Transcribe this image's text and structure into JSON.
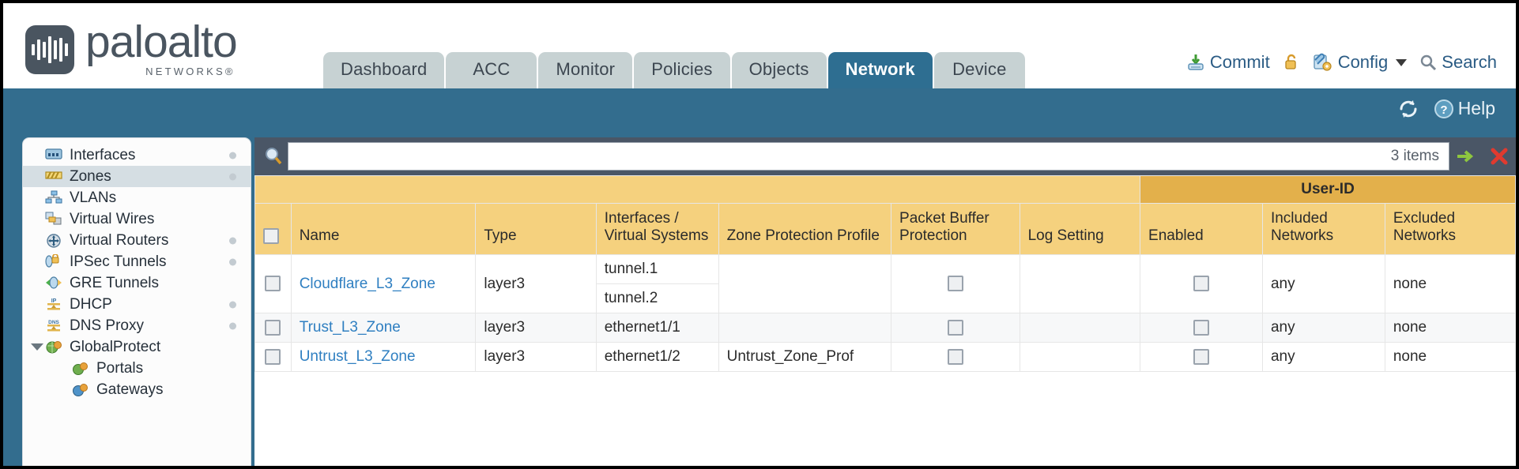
{
  "brand": {
    "name": "paloalto",
    "sub": "NETWORKS®",
    "logo_icon": "paloalto-logo-icon"
  },
  "tabs": [
    {
      "label": "Dashboard",
      "active": false
    },
    {
      "label": "ACC",
      "active": false
    },
    {
      "label": "Monitor",
      "active": false
    },
    {
      "label": "Policies",
      "active": false
    },
    {
      "label": "Objects",
      "active": false
    },
    {
      "label": "Network",
      "active": true
    },
    {
      "label": "Device",
      "active": false
    }
  ],
  "topactions": {
    "commit": "Commit",
    "commit_icon": "commit-save-icon",
    "lock_icon": "unlocked-padlock-icon",
    "config": "Config",
    "config_icon": "config-wrench-icon",
    "search": "Search",
    "search_icon": "search-magnifier-icon"
  },
  "blueband": {
    "refresh_icon": "refresh-icon",
    "help_icon": "help-question-icon",
    "help": "Help"
  },
  "sidebar": {
    "items": [
      {
        "label": "Interfaces",
        "icon": "interfaces-icon",
        "selected": false,
        "dot": true,
        "child": false,
        "expand": false
      },
      {
        "label": "Zones",
        "icon": "zones-icon",
        "selected": true,
        "dot": true,
        "child": false,
        "expand": false
      },
      {
        "label": "VLANs",
        "icon": "vlans-icon",
        "selected": false,
        "dot": false,
        "child": false,
        "expand": false
      },
      {
        "label": "Virtual Wires",
        "icon": "virtual-wires-icon",
        "selected": false,
        "dot": false,
        "child": false,
        "expand": false
      },
      {
        "label": "Virtual Routers",
        "icon": "virtual-routers-icon",
        "selected": false,
        "dot": true,
        "child": false,
        "expand": false
      },
      {
        "label": "IPSec Tunnels",
        "icon": "ipsec-tunnels-icon",
        "selected": false,
        "dot": true,
        "child": false,
        "expand": false
      },
      {
        "label": "GRE Tunnels",
        "icon": "gre-tunnels-icon",
        "selected": false,
        "dot": false,
        "child": false,
        "expand": false
      },
      {
        "label": "DHCP",
        "icon": "dhcp-icon",
        "selected": false,
        "dot": true,
        "child": false,
        "expand": false
      },
      {
        "label": "DNS Proxy",
        "icon": "dns-proxy-icon",
        "selected": false,
        "dot": true,
        "child": false,
        "expand": false
      },
      {
        "label": "GlobalProtect",
        "icon": "globalprotect-icon",
        "selected": false,
        "dot": false,
        "child": false,
        "expand": true
      },
      {
        "label": "Portals",
        "icon": "portals-icon",
        "selected": false,
        "dot": false,
        "child": true,
        "expand": false
      },
      {
        "label": "Gateways",
        "icon": "gateways-icon",
        "selected": false,
        "dot": false,
        "child": true,
        "expand": false
      }
    ]
  },
  "search": {
    "value": "",
    "placeholder": "",
    "item_count": "3 items",
    "icon": "search-magnifier-icon",
    "apply_icon": "apply-filter-arrow-icon",
    "clear_icon": "clear-filter-x-icon"
  },
  "table": {
    "group_header": "User-ID",
    "columns": [
      "Name",
      "Type",
      "Interfaces / Virtual Systems",
      "Zone Protection Profile",
      "Packet Buffer Protection",
      "Log Setting",
      "Enabled",
      "Included Networks",
      "Excluded Networks"
    ],
    "rows": [
      {
        "name": "Cloudflare_L3_Zone",
        "type": "layer3",
        "interfaces": [
          "tunnel.1",
          "tunnel.2"
        ],
        "zone_protection_profile": "",
        "packet_buffer_protection": false,
        "log_setting": "",
        "enabled": false,
        "included_networks": "any",
        "excluded_networks": "none"
      },
      {
        "name": "Trust_L3_Zone",
        "type": "layer3",
        "interfaces": [
          "ethernet1/1"
        ],
        "zone_protection_profile": "",
        "packet_buffer_protection": false,
        "log_setting": "",
        "enabled": false,
        "included_networks": "any",
        "excluded_networks": "none"
      },
      {
        "name": "Untrust_L3_Zone",
        "type": "layer3",
        "interfaces": [
          "ethernet1/2"
        ],
        "zone_protection_profile": "Untrust_Zone_Prof",
        "packet_buffer_protection": false,
        "log_setting": "",
        "enabled": false,
        "included_networks": "any",
        "excluded_networks": "none"
      }
    ]
  },
  "colors": {
    "brand_slate": "#4a5560",
    "tab_active": "#2e6e91",
    "tab_inactive": "#c7d2d3",
    "band_blue": "#336d8e",
    "header_amber": "#f5d17e",
    "group_amber": "#e3b04b",
    "link_blue": "#2f7fc1"
  }
}
